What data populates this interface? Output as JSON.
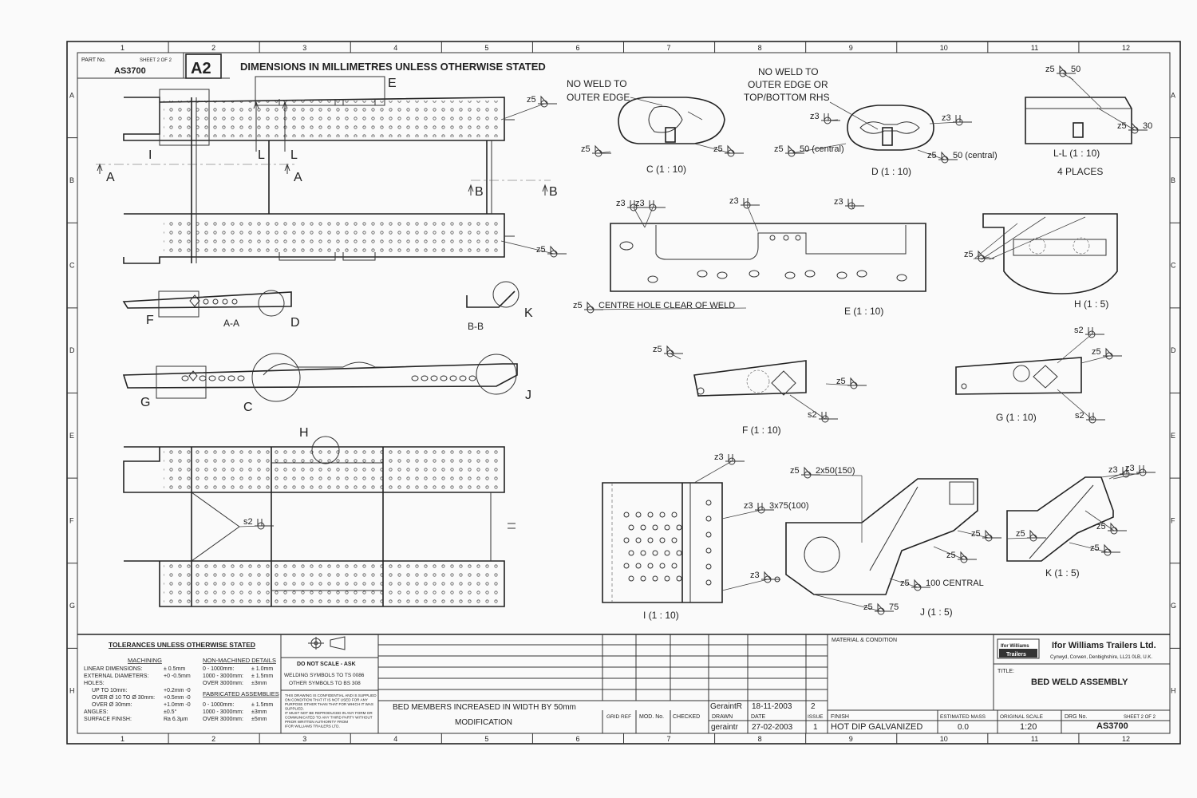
{
  "sheet": {
    "columns": [
      "1",
      "2",
      "3",
      "4",
      "5",
      "6",
      "7",
      "8",
      "9",
      "10",
      "11",
      "12"
    ],
    "rows": [
      "A",
      "B",
      "C",
      "D",
      "E",
      "F",
      "G",
      "H"
    ]
  },
  "header": {
    "part_no_label": "PART No.",
    "sheet_label": "SHEET 2 OF 2",
    "part_no": "AS3700",
    "size": "A2",
    "title": "DIMENSIONS IN MILLIMETRES UNLESS OTHERWISE STATED"
  },
  "view_letters": {
    "E": "E",
    "I": "I",
    "L1": "L",
    "L2": "L",
    "A1": "A",
    "A2": "A",
    "B1": "B",
    "B2": "B",
    "F": "F",
    "AA": "A-A",
    "D": "D",
    "BB": "B-B",
    "K": "K",
    "G": "G",
    "C": "C",
    "J": "J",
    "H": "H"
  },
  "welds": {
    "w1": "z5",
    "w2": "z5",
    "w3": "z5",
    "w4": "z5",
    "w5": "z5",
    "w6": "z3",
    "w7": "z3",
    "w8": "z5",
    "w9": "z5",
    "w10": "z5",
    "w11": "z5",
    "w12": "z3",
    "w13": "z3",
    "w14": "z3",
    "w15": "z5",
    "w16": "s2",
    "w17": "z5",
    "w18": "z5",
    "w19": "z5",
    "w20": "s2",
    "w21": "z5",
    "w22": "s2",
    "w23": "z3",
    "w24": "z3",
    "w25": "z3",
    "w26": "z5",
    "w27": "z5",
    "w28": "z5",
    "w29": "z5",
    "w30": "z5",
    "w31": "z3",
    "w32": "z5",
    "w33": "z5",
    "w34": "s2",
    "w35": "z3",
    "w36": "z3"
  },
  "weld_notes": {
    "n1": "50 (central)",
    "n2": "50 (central)",
    "n3": "50",
    "n4": "30",
    "n5": "CENTRE HOLE CLEAR OF WELD",
    "n6": "2x50(150)",
    "n7": "3x75(100)",
    "n8": "100 CENTRAL",
    "n9": "75"
  },
  "notes": {
    "no_weld_c1": "NO WELD TO",
    "no_weld_c2": "OUTER EDGE",
    "no_weld_d1": "NO WELD TO",
    "no_weld_d2": "OUTER EDGE OR",
    "no_weld_d3": "TOP/BOTTOM RHS"
  },
  "detail_labels": {
    "c": "C (1 : 10)",
    "d": "D (1 : 10)",
    "ll": "L-L (1 : 10)",
    "ll_places": "4 PLACES",
    "e": "E (1 : 10)",
    "h": "H (1 : 5)",
    "f": "F (1 : 10)",
    "g": "G (1 : 10)",
    "i": "I (1 : 10)",
    "j": "J (1 : 5)",
    "k": "K (1 : 5)"
  },
  "tolerances": {
    "title": "TOLERANCES UNLESS OTHERWISE STATED",
    "machining": "MACHINING",
    "non_machined": "NON-MACHINED DETAILS",
    "fabricated": "FABRICATED ASSEMBLIES",
    "rows": [
      [
        "LINEAR DIMENSIONS:",
        "± 0.5mm"
      ],
      [
        "EXTERNAL DIAMETERS:",
        "+0 -0.5mm"
      ],
      [
        "HOLES:",
        ""
      ],
      [
        "UP TO 10mm:",
        "+0.2mm -0"
      ],
      [
        "OVER Ø 10 TO Ø 30mm:",
        "+0.5mm -0"
      ],
      [
        "OVER Ø 30mm:",
        "+1.0mm -0"
      ],
      [
        "ANGLES:",
        "±0.5°"
      ],
      [
        "SURFACE FINISH:",
        "Ra 6.3µm"
      ]
    ],
    "nm_rows": [
      [
        "0 - 1000mm:",
        "± 1.0mm"
      ],
      [
        "1000 - 3000mm:",
        "± 1.5mm"
      ],
      [
        "OVER 3000mm:",
        "±3mm"
      ]
    ],
    "fa_rows": [
      [
        "0 - 1000mm:",
        "± 1.5mm"
      ],
      [
        "1000 - 3000mm:",
        "±3mm"
      ],
      [
        "OVER 3000mm:",
        "±5mm"
      ]
    ]
  },
  "scale_box": {
    "do_not_scale": "DO NOT SCALE - ASK",
    "welding1": "WELDING SYMBOLS TO TS 0086",
    "welding2": "OTHER SYMBOLS TO BS 308",
    "confidential": [
      "THIS DRAWING IS CONFIDENTIAL AND IS SUPPLIED",
      "ON CONDITION THAT IT IS NOT USED FOR ANY",
      "PURPOSE OTHER THAN THAT FOR WHICH IT WAS",
      "SUPPLIED.",
      "IT MUST NOT BE REPRODUCED IN ANY FORM OR",
      "COMMUNICATED TO ANY THIRD PARTY WITHOUT",
      "PRIOR WRITTEN AUTHORITY FROM",
      "IFOR WILLIAMS TRAILERS LTD."
    ]
  },
  "revision": {
    "description": "BED MEMBERS INCREASED IN WIDTH BY 50mm",
    "by": "GeraintR",
    "date": "18-11-2003",
    "issue": "2",
    "modification_label": "MODIFICATION",
    "grid_ref": "GRID REF",
    "mod_no": "MOD. No.",
    "checked": "CHECKED"
  },
  "title_block": {
    "material_label": "MATERIAL & CONDITION",
    "company": "Ifor Williams Trailers Ltd.",
    "address": "Cynwyd, Corwen, Denbighshire, LL21 0LB, U.K.",
    "logo_top": "Ifor Williams",
    "logo_bottom": "Trailers",
    "title_label": "TITLE:",
    "title": "BED WELD ASSEMBLY",
    "drawn_label": "DRAWN",
    "drawn_by": "geraintr",
    "date_label": "DATE",
    "date": "27-02-2003",
    "issue_label": "ISSUE",
    "issue": "1",
    "finish_label": "FINISH",
    "finish": "HOT DIP GALVANIZED",
    "mass_label": "ESTIMATED MASS",
    "mass": "0.0",
    "scale_label": "ORIGINAL SCALE",
    "scale": "1:20",
    "drg_label": "DRG No.",
    "drg_no": "AS3700",
    "sheet": "SHEET 2 OF 2"
  }
}
